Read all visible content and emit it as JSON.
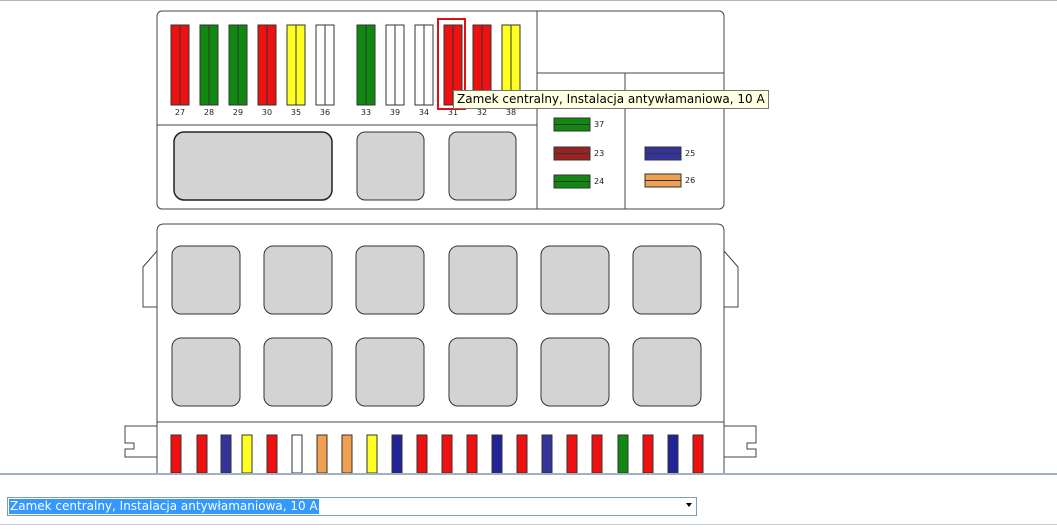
{
  "top_fuses": [
    {
      "label": "27",
      "color": "#ee1111"
    },
    {
      "label": "28",
      "color": "#118811"
    },
    {
      "label": "29",
      "color": "#118811"
    },
    {
      "label": "30",
      "color": "#ee1111"
    },
    {
      "label": "35",
      "color": "#ffff22"
    },
    {
      "label": "36",
      "color": "#ffffff"
    },
    {
      "label": "33",
      "color": "#118811"
    },
    {
      "label": "39",
      "color": "#ffffff"
    },
    {
      "label": "34",
      "color": "#ffffff"
    },
    {
      "label": "31",
      "color": "#ee1111",
      "selected": true
    },
    {
      "label": "32",
      "color": "#ee1111"
    },
    {
      "label": "38",
      "color": "#ffff22"
    }
  ],
  "mini_fuses": [
    {
      "label": "37",
      "color": "#118811"
    },
    {
      "label": "23",
      "color": "#992222"
    },
    {
      "label": "24",
      "color": "#118811"
    },
    {
      "label": "25",
      "color": "#333399"
    },
    {
      "label": "26",
      "color": "#f0a050"
    }
  ],
  "bottom_fuses": [
    {
      "color": "#ee1111"
    },
    {
      "color": "#ee1111"
    },
    {
      "color": "#333399"
    },
    {
      "color": "#ffff22"
    },
    {
      "color": "#ee1111"
    },
    {
      "color": "#ffffff"
    },
    {
      "color": "#f0a050"
    },
    {
      "color": "#f0a050"
    },
    {
      "color": "#ffff22"
    },
    {
      "color": "#222299"
    },
    {
      "color": "#ee1111"
    },
    {
      "color": "#ee1111"
    },
    {
      "color": "#ee1111"
    },
    {
      "color": "#222299"
    },
    {
      "color": "#ee1111"
    },
    {
      "color": "#333399"
    },
    {
      "color": "#ee1111"
    },
    {
      "color": "#ee1111"
    },
    {
      "color": "#118811"
    },
    {
      "color": "#ee1111"
    },
    {
      "color": "#222299"
    },
    {
      "color": "#ee1111"
    }
  ],
  "tooltip": {
    "text": "Zamek centralny, Instalacja antywłamaniowa, 10 A"
  },
  "dropdown": {
    "selected": "Zamek centralny, Instalacja antywłamaniowa, 10 A"
  },
  "colors": {
    "selection_highlight": "#3399ff",
    "tooltip_bg": "#ffffe1",
    "relay_fill": "#d3d3d3"
  }
}
